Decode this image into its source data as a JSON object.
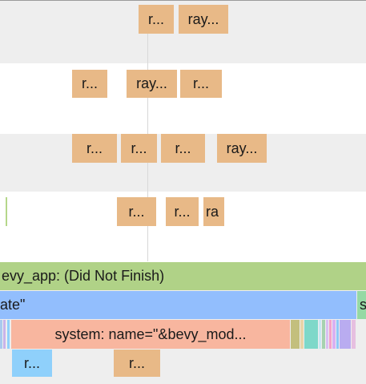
{
  "colors": {
    "span_orange": "#e8b987",
    "band_grey": "#eeeeee",
    "thread_green": "#b0d287",
    "system_blue": "#92befd",
    "system_salmon": "#f8b69f",
    "light_blue": "#8fd0fb",
    "teal": "#95d9a4"
  },
  "rows": [
    {
      "spans": [
        "r...",
        "ray..."
      ]
    },
    {
      "spans": [
        "r...",
        "ray...",
        "r..."
      ]
    },
    {
      "spans": [
        "r...",
        "r...",
        "r...",
        "ray..."
      ]
    },
    {
      "spans": [
        "r...",
        "r...",
        "ra"
      ]
    }
  ],
  "thread_bar": {
    "label": "evy_app:  (Did Not Finish)"
  },
  "schedule_bar": {
    "label": "ate\"",
    "right_label": "s"
  },
  "system_bar": {
    "label": "system: name=\"&bevy_mod..."
  },
  "bottom_spans": [
    "r...",
    "r..."
  ]
}
